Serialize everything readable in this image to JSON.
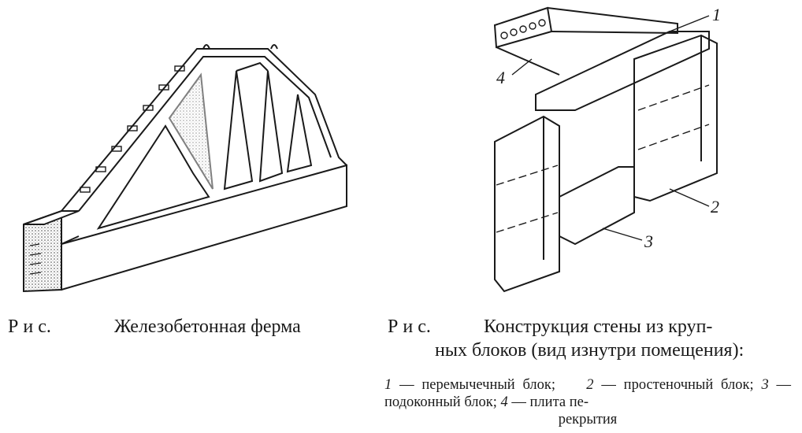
{
  "figure_left": {
    "caption_prefix": "Р и с.",
    "caption_title": "Железобетонная ферма"
  },
  "figure_right": {
    "callouts": [
      "1",
      "2",
      "3",
      "4"
    ],
    "caption_prefix": "Р и с.",
    "caption_line1": "Конструкция стены из круп-",
    "caption_line2": "ных блоков (вид изнутри помещения):",
    "legend": [
      {
        "num": "1",
        "text": "— перемычечный блок;"
      },
      {
        "num": "2",
        "text": "— простеночный блок;"
      },
      {
        "num": "3",
        "text": "— подоконный блок;"
      },
      {
        "num": "4",
        "text": "— плита пе-"
      }
    ],
    "legend_tail": "рекрытия"
  }
}
